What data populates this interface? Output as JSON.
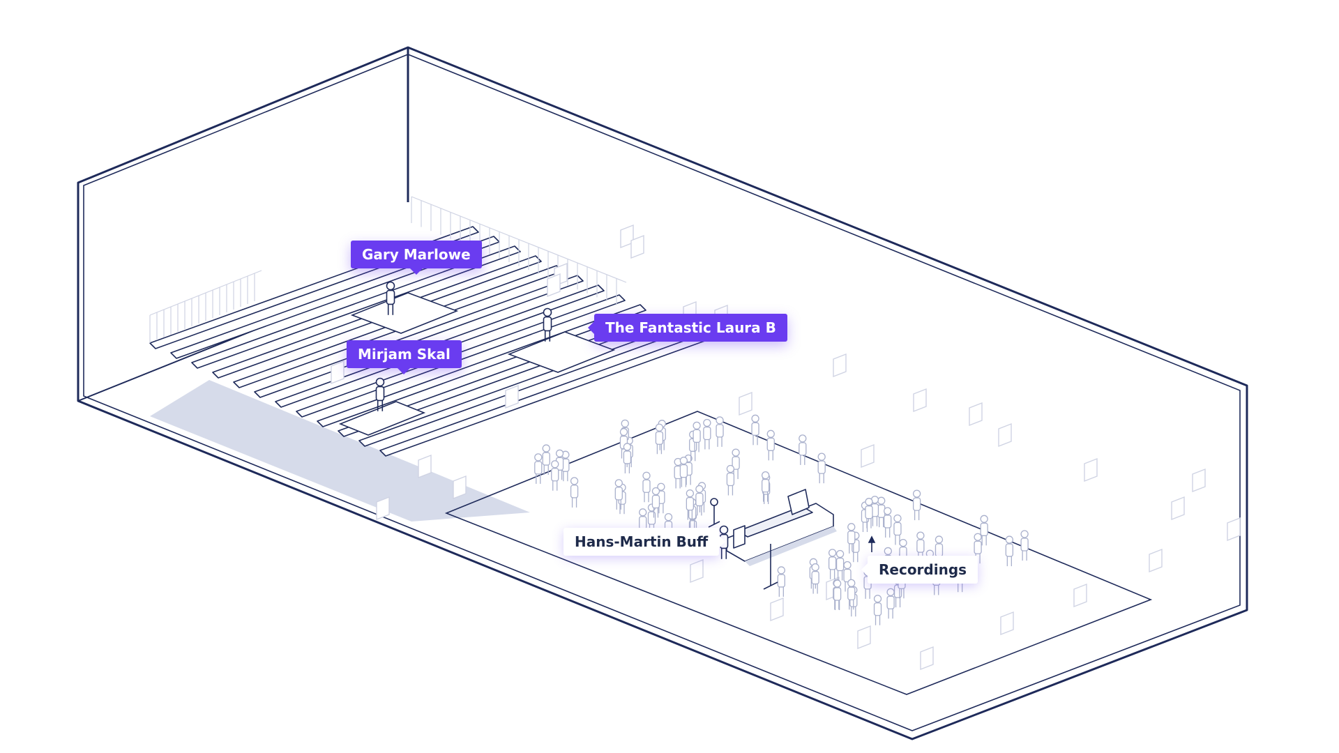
{
  "labels": {
    "gary": "Gary Marlowe",
    "laura": "The Fantastic Laura B",
    "mirjam": "Mirjam Skal",
    "hans": "Hans-Martin Buff",
    "recordings": "Recordings"
  },
  "colors": {
    "outline": "#1e2a5a",
    "thin_line": "#a9b0cc",
    "faint": "#cfd3e3",
    "shadow": "#d6dbea",
    "accent": "#6a3cf0"
  }
}
